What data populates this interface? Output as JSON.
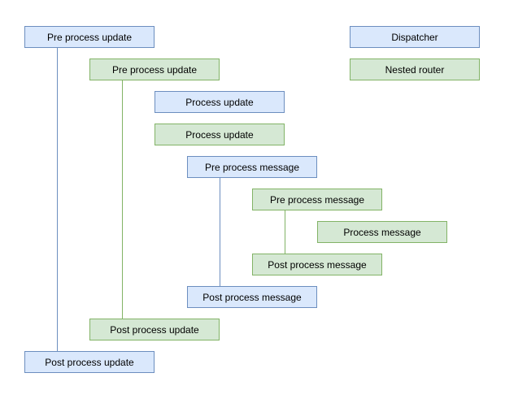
{
  "diagram": {
    "colors": {
      "blue_fill": "#dae8fc",
      "blue_stroke": "#6c8ebf",
      "green_fill": "#d5e8d4",
      "green_stroke": "#82b366",
      "text": "#000000",
      "background": "#ffffff"
    },
    "nodes": [
      {
        "label": "Pre process update",
        "type": "blue"
      },
      {
        "label": "Dispatcher",
        "type": "blue"
      },
      {
        "label": "Pre process update",
        "type": "green"
      },
      {
        "label": "Nested router",
        "type": "green"
      },
      {
        "label": "Process update",
        "type": "blue"
      },
      {
        "label": "Process update",
        "type": "green"
      },
      {
        "label": "Pre process message",
        "type": "blue"
      },
      {
        "label": "Pre process message",
        "type": "green"
      },
      {
        "label": "Process message",
        "type": "green"
      },
      {
        "label": "Post process message",
        "type": "green"
      },
      {
        "label": "Post process message",
        "type": "blue"
      },
      {
        "label": "Post process update",
        "type": "green"
      },
      {
        "label": "Post process update",
        "type": "blue"
      }
    ],
    "connectors": [
      {
        "name": "dispatcher-update-lifeline",
        "type": "blue"
      },
      {
        "name": "nested-router-update-lifeline",
        "type": "green"
      },
      {
        "name": "dispatcher-message-lifeline",
        "type": "blue"
      },
      {
        "name": "nested-router-message-lifeline",
        "type": "green"
      }
    ]
  }
}
